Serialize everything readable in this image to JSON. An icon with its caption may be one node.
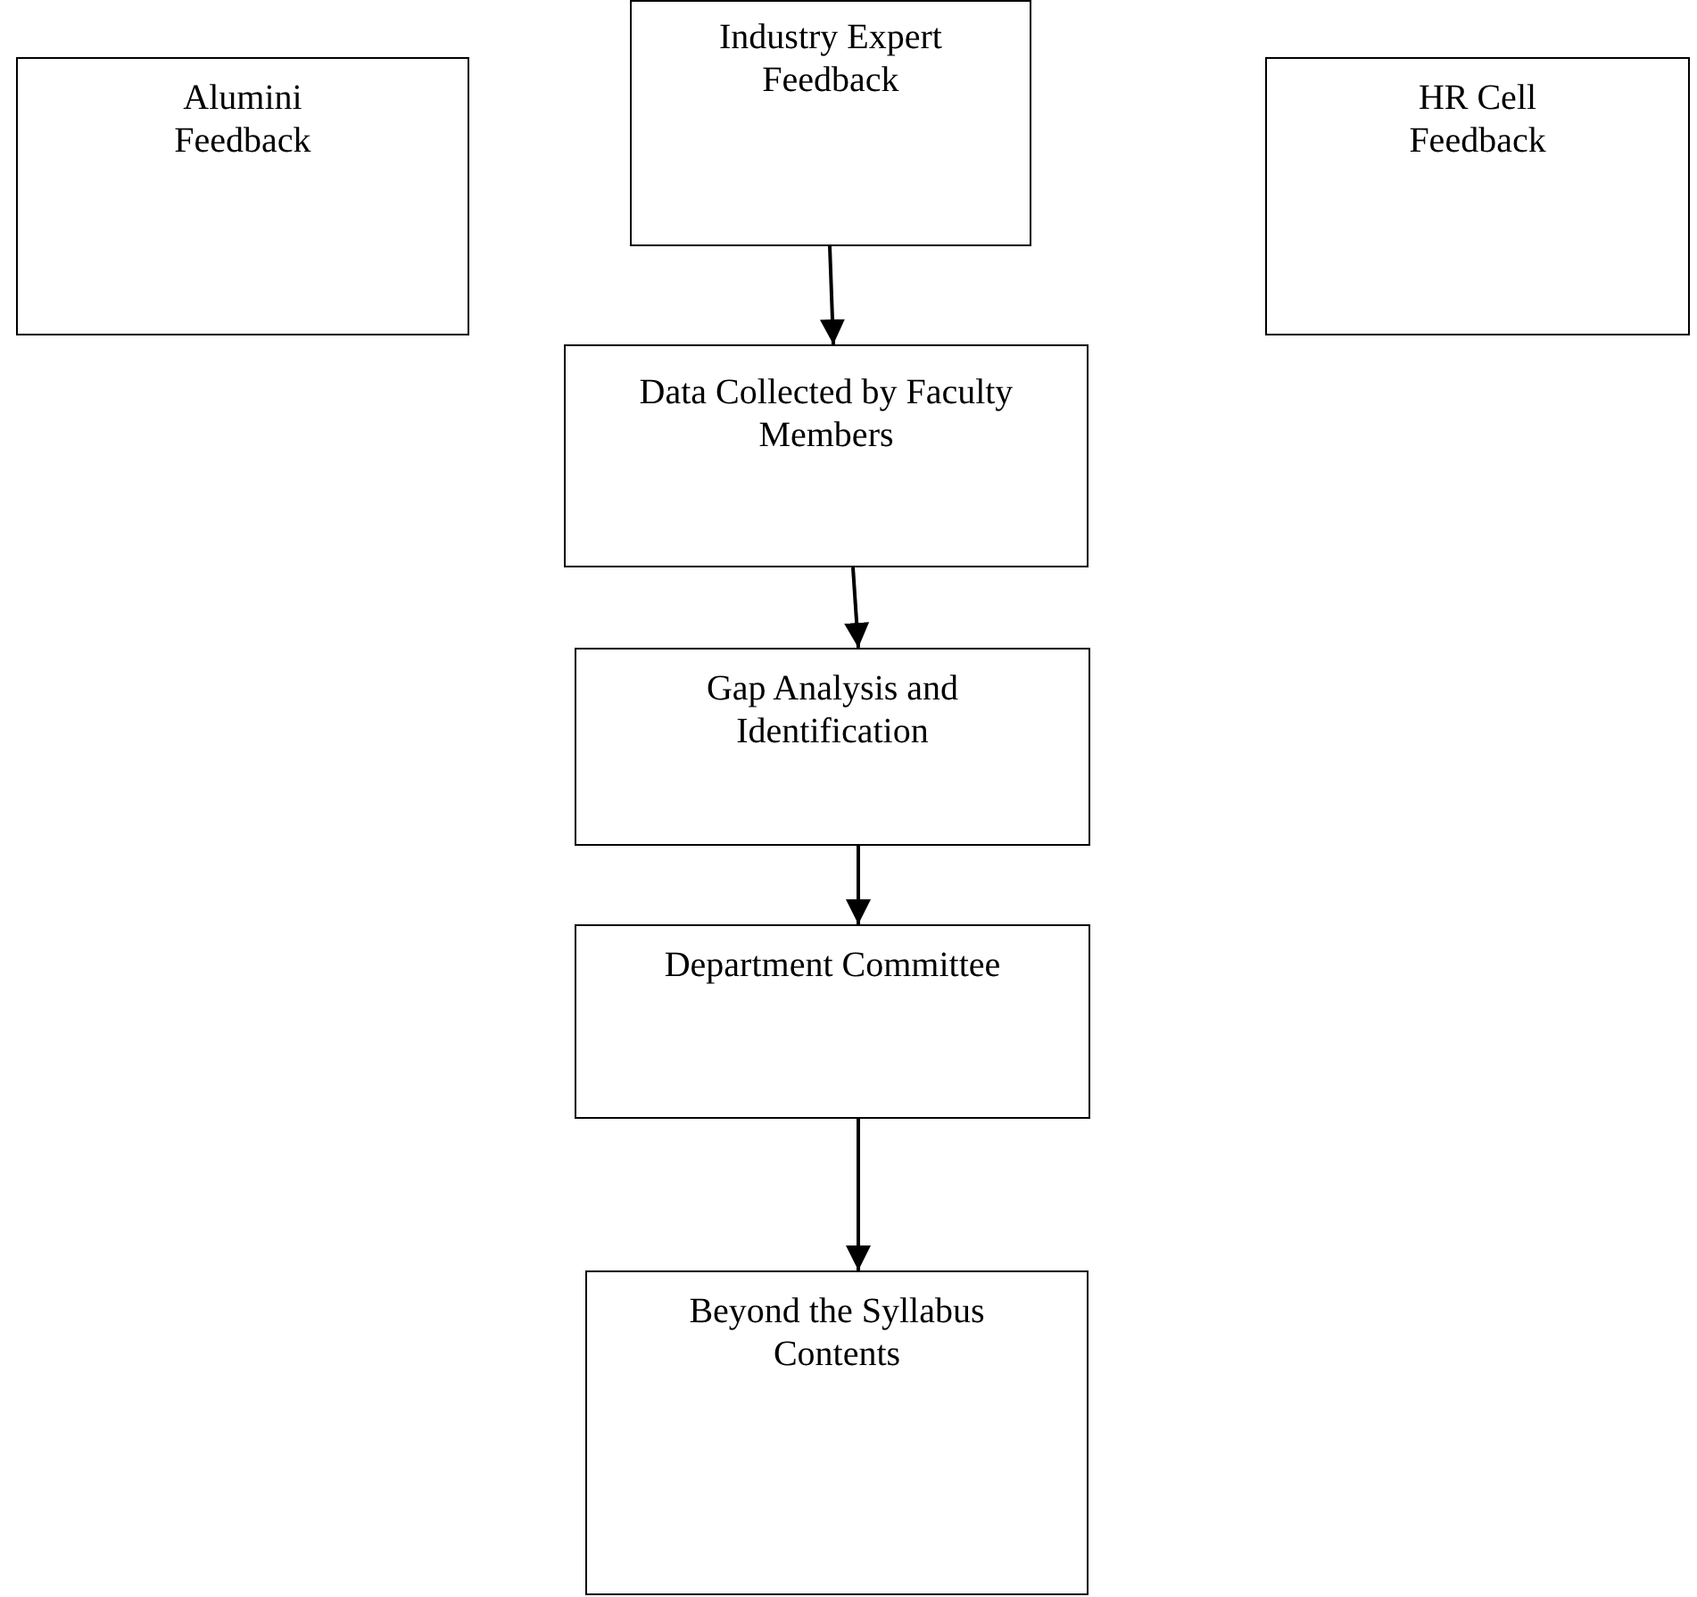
{
  "diagram": {
    "nodes": [
      {
        "text": [
          "Alumini Feedback"
        ]
      },
      {
        "text": [
          "Industry Expert Feedback"
        ]
      },
      {
        "text": [
          "HR Cell Feedback"
        ]
      },
      {
        "text": [
          "Data Collected by Faculty Members"
        ]
      },
      {
        "text": [
          "Gap Analysis and Identification"
        ]
      },
      {
        "text": [
          "Department Committee"
        ]
      },
      {
        "text": [
          "Beyond the Syllabus Contents"
        ]
      }
    ],
    "edges": [
      {
        "from": 1,
        "to": 3,
        "arrow": "to"
      },
      {
        "from": 3,
        "to": 4,
        "arrow": "to"
      },
      {
        "from": 4,
        "to": 5,
        "arrow": "to"
      },
      {
        "from": 5,
        "to": 6,
        "arrow": "to"
      }
    ]
  }
}
